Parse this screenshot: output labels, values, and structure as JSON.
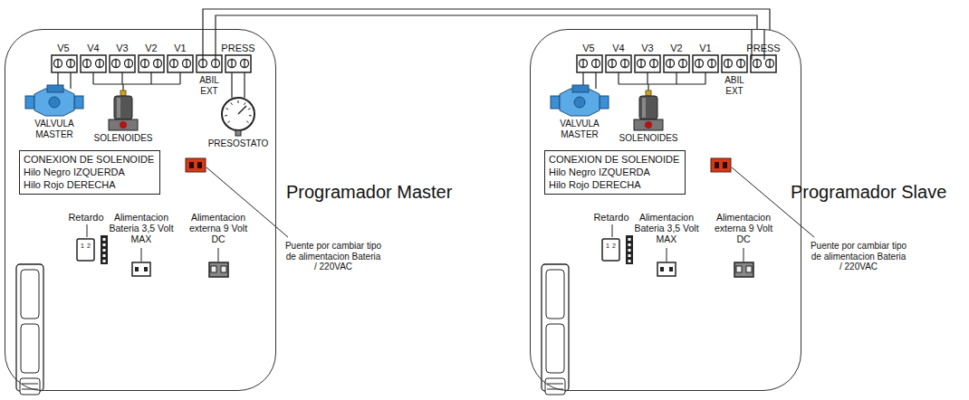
{
  "diagram": {
    "nodes": [
      {
        "text": [
          "Programador Master"
        ]
      },
      {
        "text": [
          "CONEXION DE SOLENOIDE",
          "Hilo Negro IZQUERDA",
          "Hilo Rojo DERECHA"
        ],
        "in": 0
      },
      {
        "text": [
          "Programador Slave"
        ]
      },
      {
        "text": [
          "CONEXION DE SOLENOIDE",
          "Hilo Negro IZQUERDA",
          "Hilo Rojo DERECHA"
        ],
        "in": 2
      }
    ],
    "edges": [
      {
        "from": 0,
        "to": 2,
        "arrow": "none"
      },
      {
        "from": 0,
        "to": 2,
        "arrow": "none"
      }
    ],
    "labels": [
      "V5",
      "V4",
      "V3",
      "V2",
      "V1",
      "ABIL EXT",
      "PRESS",
      "VALVULA MASTER",
      "SOLENOIDES",
      "PRESOSTATO",
      "Puente por cambiar tipo de alimentacion Bateria / 220VAC",
      "Retardo",
      "1",
      "2",
      "Alimentacion Bateria 3,5 Volt MAX",
      "Alimentacion externa 9 Volt DC",
      "V5",
      "V4",
      "V3",
      "V2",
      "V1",
      "ABIL EXT",
      "PRESS",
      "VALVULA MASTER",
      "SOLENOIDES",
      "Puente por cambiar tipo de alimentacion Bateria / 220VAC",
      "Retardo",
      "1",
      "2",
      "Alimentacion Bateria 3,5 Volt MAX",
      "Alimentacion externa 9 Volt DC"
    ]
  }
}
